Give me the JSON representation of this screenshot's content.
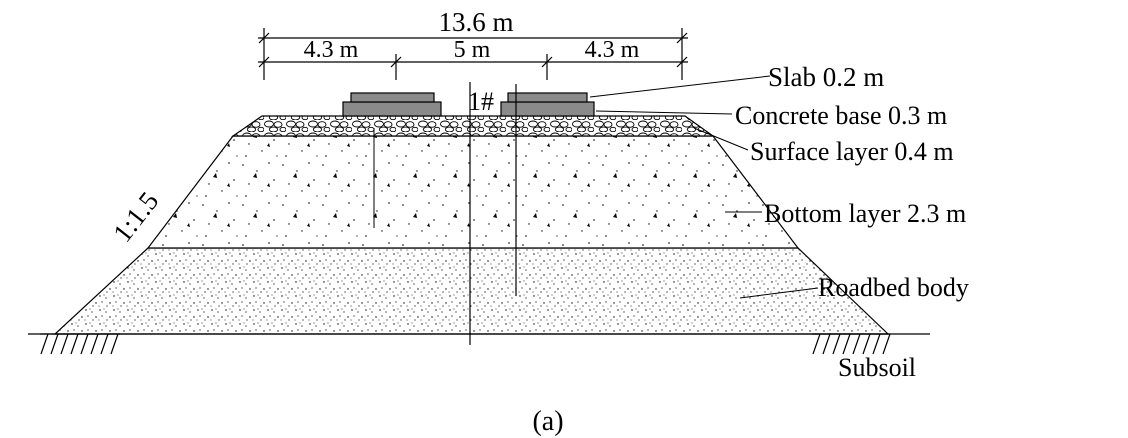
{
  "dimensions": {
    "total": "13.6 m",
    "left_segment": "4.3 m",
    "middle_segment": "5 m",
    "right_segment": "4.3 m"
  },
  "slope": "1:1.5",
  "track_marker": "1#",
  "layers": [
    {
      "key": "slab",
      "label": "Slab 0.2 m"
    },
    {
      "key": "concrete_base",
      "label": "Concrete base 0.3 m"
    },
    {
      "key": "surface_layer",
      "label": "Surface layer 0.4 m"
    },
    {
      "key": "bottom_layer",
      "label": "Bottom layer 2.3 m"
    },
    {
      "key": "roadbed_body",
      "label": "Roadbed body"
    },
    {
      "key": "subsoil",
      "label": "Subsoil"
    }
  ],
  "caption": "(a)"
}
